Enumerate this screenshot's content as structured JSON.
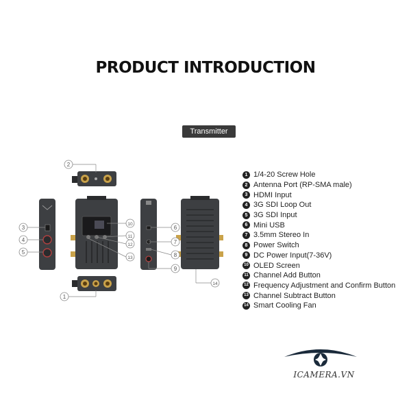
{
  "title": "PRODUCT INTRODUCTION",
  "badge": "Transmitter",
  "legend": [
    {
      "n": "1",
      "label": "1/4-20 Screw Hole"
    },
    {
      "n": "2",
      "label": "Antenna Port (RP-SMA male)"
    },
    {
      "n": "3",
      "label": "HDMI Input"
    },
    {
      "n": "4",
      "label": "3G SDI Loop Out"
    },
    {
      "n": "5",
      "label": "3G SDI Input"
    },
    {
      "n": "6",
      "label": "Mini USB"
    },
    {
      "n": "7",
      "label": "3.5mm Stereo In"
    },
    {
      "n": "8",
      "label": "Power Switch"
    },
    {
      "n": "9",
      "label": "DC Power Input(7-36V)"
    },
    {
      "n": "10",
      "label": "OLED Screen"
    },
    {
      "n": "11",
      "label": "Channel Add Button"
    },
    {
      "n": "12",
      "label": "Frequency Adjustment and Confirm Button"
    },
    {
      "n": "13",
      "label": "Channel Subtract Button"
    },
    {
      "n": "14",
      "label": "Smart Cooling Fan"
    }
  ],
  "callouts": [
    "1",
    "2",
    "3",
    "4",
    "5",
    "6",
    "7",
    "8",
    "9",
    "10",
    "11",
    "12",
    "13",
    "14"
  ],
  "logo": {
    "text": "ICAMERA.VN",
    "accent": "#1a2a3a"
  },
  "colors": {
    "device": "#3d3f42",
    "device_dark": "#2a2b2d",
    "gold": "#c9a24a",
    "callout": "#888888"
  }
}
